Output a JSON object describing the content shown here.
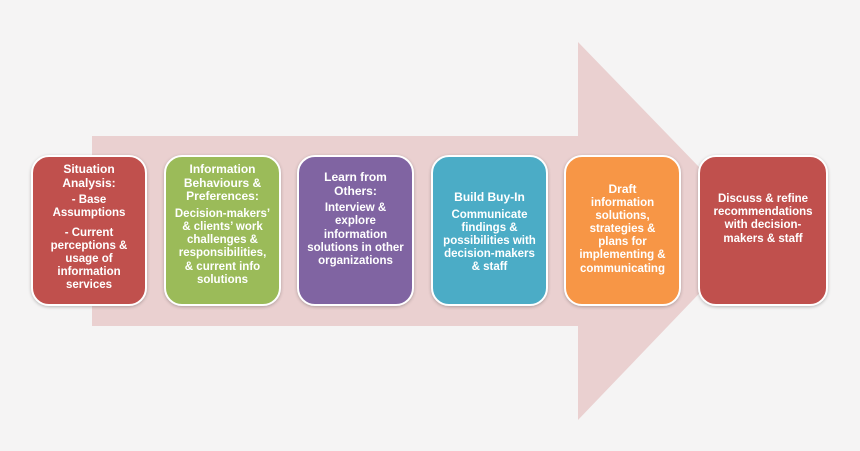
{
  "colors": {
    "background": "#f5f4f4",
    "arrow": "#ead0d0",
    "step1": "#c0504d",
    "step2": "#9bbb59",
    "step3": "#8064a2",
    "step4": "#4bacc6",
    "step5": "#f79646",
    "step6": "#c0504d"
  },
  "steps": [
    {
      "title": [
        "Situation",
        "Analysis:"
      ],
      "body": [
        "- Base",
        "Assumptions"
      ],
      "body2": [
        "- Current",
        "perceptions &",
        "usage of",
        "information",
        "services"
      ]
    },
    {
      "title": [
        "Information",
        "Behaviours &",
        "Preferences:"
      ],
      "body": [
        "Decision-makers’",
        "& clients’ work",
        "challenges &",
        "responsibilities,",
        "& current info",
        "solutions"
      ]
    },
    {
      "title": [
        "Learn from",
        "Others:"
      ],
      "body": [
        "Interview &",
        "explore",
        "information",
        "solutions in other",
        "organizations"
      ]
    },
    {
      "title": [
        "Build Buy-In"
      ],
      "body": [
        "Communicate",
        "findings &",
        "possibilities with",
        "decision-makers",
        "&  staff"
      ]
    },
    {
      "title": [
        "Draft"
      ],
      "body": [
        "information",
        "solutions,",
        "strategies &",
        "plans for",
        "implementing &",
        "communicating"
      ]
    },
    {
      "title": [],
      "body": [
        "Discuss  & refine",
        "recommendations",
        "with decision-",
        "makers & staff"
      ]
    }
  ]
}
